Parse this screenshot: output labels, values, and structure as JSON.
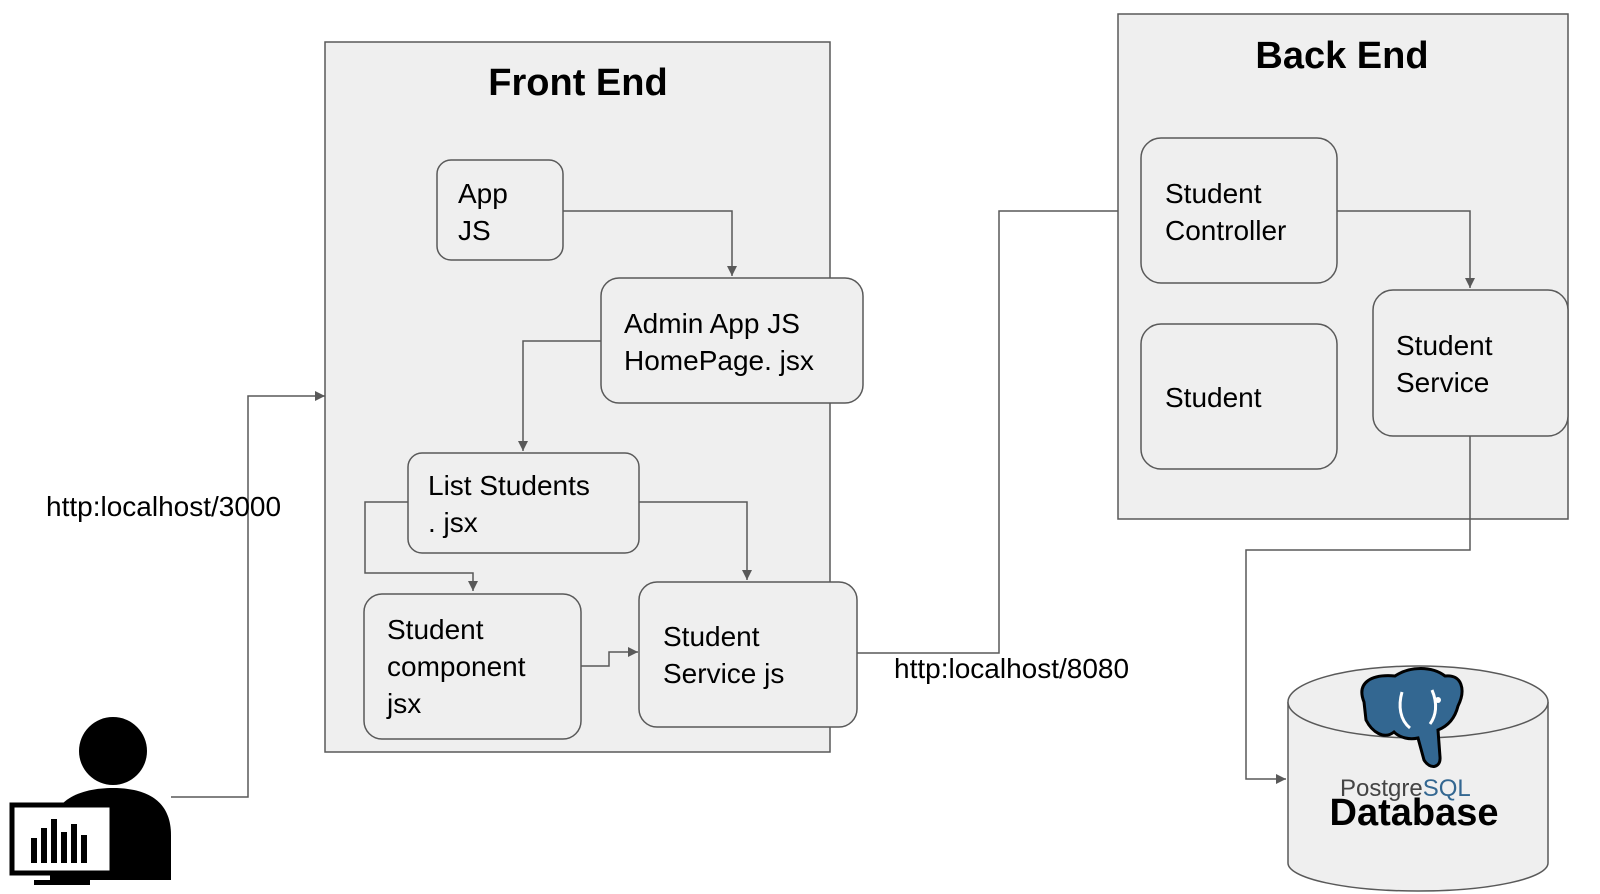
{
  "frontend": {
    "title": "Front End",
    "app_js": [
      "App",
      "JS"
    ],
    "admin_app": [
      "Admin App JS",
      "HomePage. jsx"
    ],
    "list_students": [
      "List  Students",
      ". jsx"
    ],
    "student_component": [
      "Student",
      "component",
      "jsx"
    ],
    "student_service_js": [
      "Student",
      "Service js"
    ]
  },
  "backend": {
    "title": "Back End",
    "student_controller": [
      "Student",
      "Controller"
    ],
    "student": [
      "Student"
    ],
    "student_service": [
      "Student",
      "Service"
    ]
  },
  "edges": {
    "frontend_url": "http:localhost/3000",
    "backend_url": "http:localhost/8080"
  },
  "database": {
    "logo_postgre": "Postgre",
    "logo_sql": "SQL",
    "label": "Database"
  },
  "colors": {
    "panel_fill": "#efefef",
    "stroke": "#595959",
    "pg_blue": "#336791"
  },
  "icons": [
    "user-computer-icon",
    "postgresql-elephant-icon"
  ]
}
